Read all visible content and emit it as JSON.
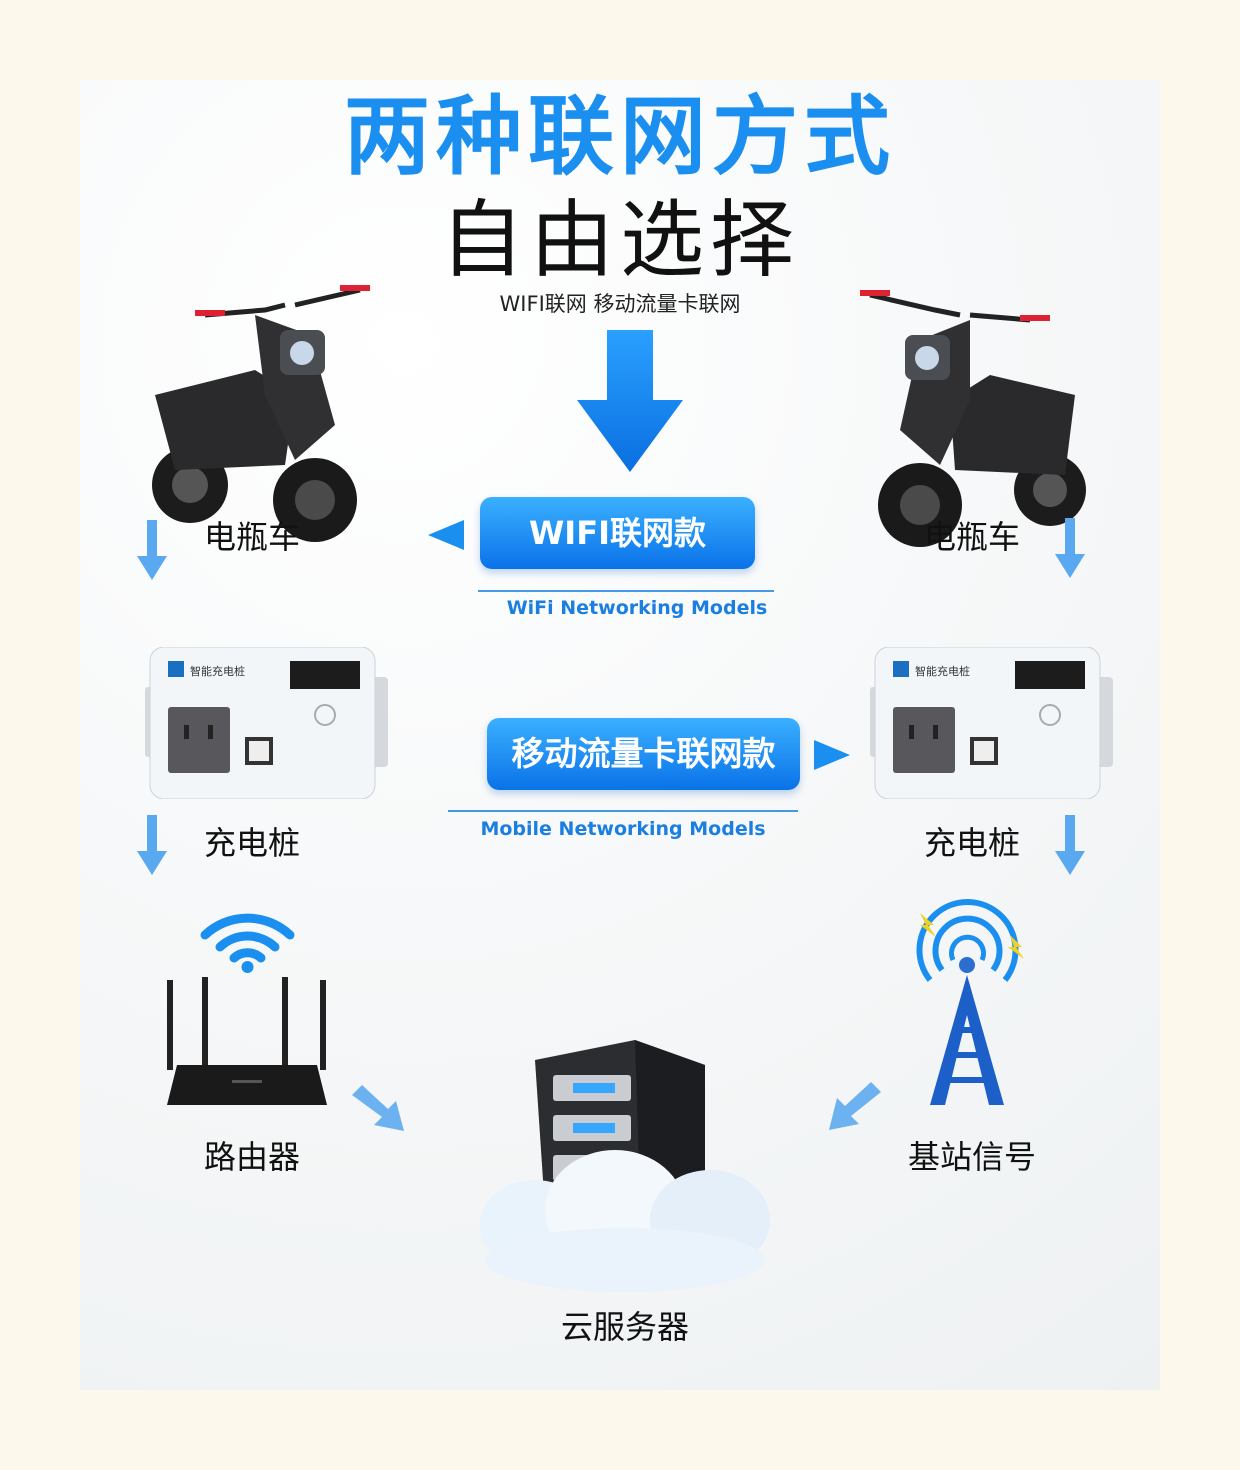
{
  "title": "两种联网方式",
  "subtitle": "自由选择",
  "tagline": "WIFI联网 移动流量卡联网",
  "left": {
    "vehicle_label": "电瓶车",
    "charger_label": "充电桩",
    "network_label": "路由器"
  },
  "right": {
    "vehicle_label": "电瓶车",
    "charger_label": "充电桩",
    "network_label": "基站信号"
  },
  "charger_brand": "智能充电桩",
  "wifi_model": {
    "label": "WIFI联网款",
    "note": "WiFi Networking Models"
  },
  "mobile_model": {
    "label": "移动流量卡联网款",
    "note": "Mobile Networking Models"
  },
  "server_label": "云服务器",
  "colors": {
    "accent": "#1b8ff0",
    "arrow": "#5aa8ef",
    "dark": "#111111"
  }
}
